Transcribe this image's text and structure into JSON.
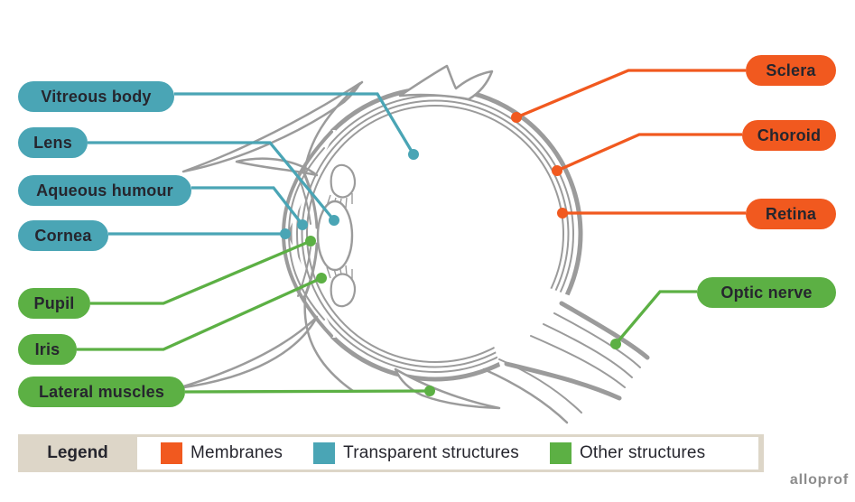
{
  "diagram": {
    "title_implicit": "Cross-section of the human eye",
    "labels": {
      "vitreous_body": "Vitreous body",
      "lens": "Lens",
      "aqueous_humour": "Aqueous humour",
      "cornea": "Cornea",
      "pupil": "Pupil",
      "iris": "Iris",
      "lateral_muscles": "Lateral muscles",
      "sclera": "Sclera",
      "choroid": "Choroid",
      "retina": "Retina",
      "optic_nerve": "Optic nerve"
    }
  },
  "colors": {
    "membranes_orange": "#F1591F",
    "transparent_teal": "#4AA5B5",
    "other_green": "#5CB044",
    "outline_gray": "#9B9B9B",
    "label_text": "#26262E",
    "legend_beige": "#DDD6C8"
  },
  "legend": {
    "title": "Legend",
    "items": [
      {
        "label": "Membranes",
        "color": "#F1591F"
      },
      {
        "label": "Transparent structures",
        "color": "#4AA5B5"
      },
      {
        "label": "Other structures",
        "color": "#5CB044"
      }
    ]
  },
  "watermark": "alloprof"
}
